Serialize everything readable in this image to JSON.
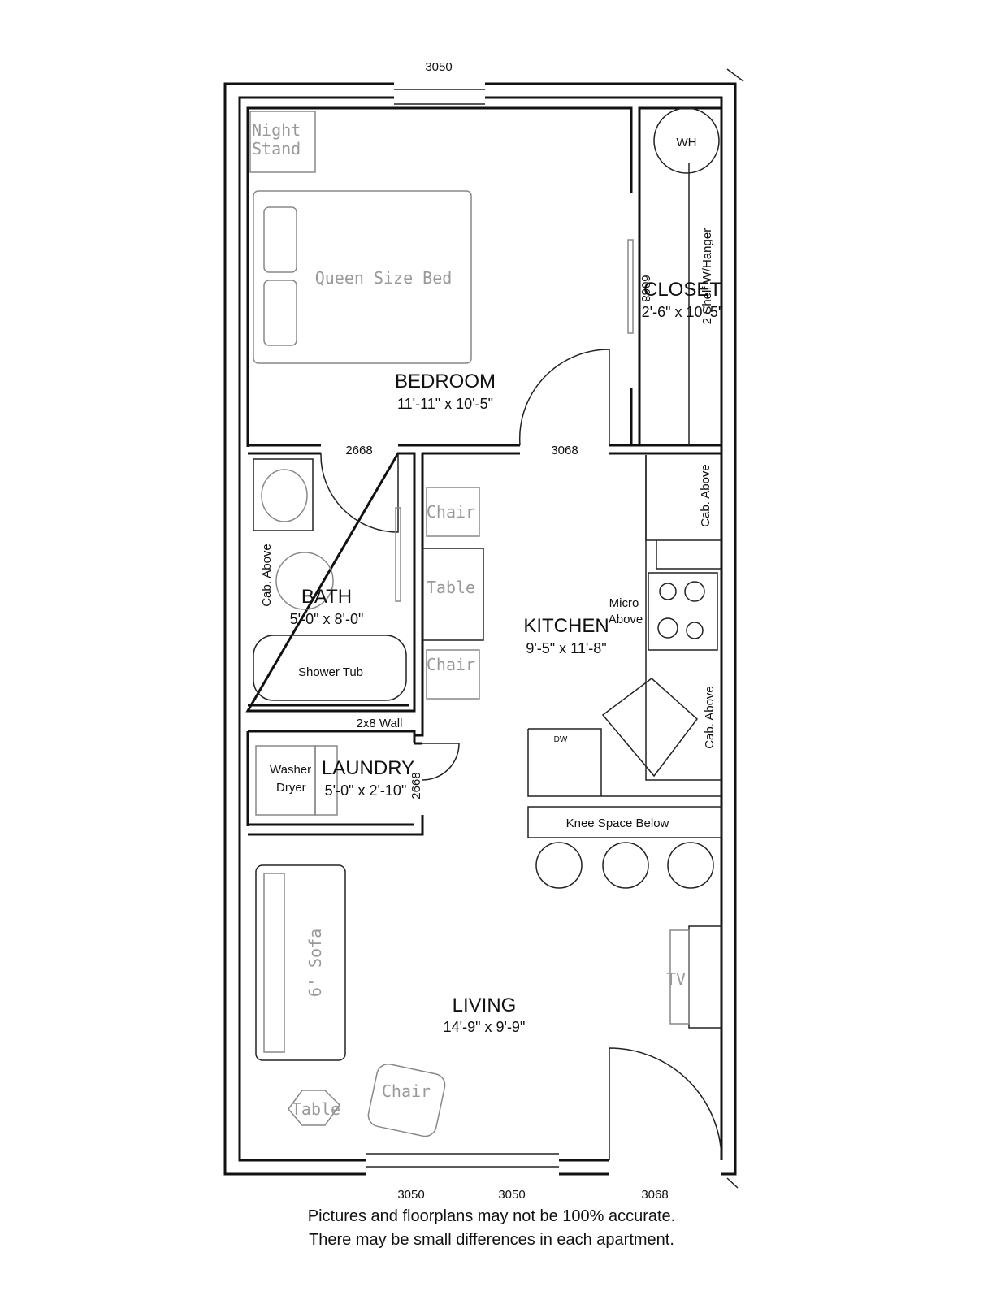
{
  "dimensions": {
    "top_window": "3050",
    "bedroom_door": "2668",
    "kitchen_door": "3068",
    "closet_door": "6068",
    "laundry_door": "2668",
    "bottom_window_1": "3050",
    "bottom_window_2": "3050",
    "entry_door": "3068"
  },
  "rooms": {
    "bedroom": {
      "name": "BEDROOM",
      "size": "11'-11\" x 10'-5\""
    },
    "closet": {
      "name": "CLOSET",
      "size": "2'-6\" x 10'-5\""
    },
    "bath": {
      "name": "BATH",
      "size": "5'-0\" x 8'-0\""
    },
    "kitchen": {
      "name": "KITCHEN",
      "size": "9'-5\" x 11'-8\""
    },
    "laundry": {
      "name": "LAUNDRY",
      "size": "5'-0\" x 2'-10\""
    },
    "living": {
      "name": "LIVING",
      "size": "14'-9\" x 9'-9\""
    }
  },
  "fixtures": {
    "night_stand_1": "Night",
    "night_stand_2": "Stand",
    "bed": "Queen Size Bed",
    "water_heater": "WH",
    "shelf": "2 Shelf W/Hanger",
    "kitchen_chair_1": "Chair",
    "kitchen_table": "Table",
    "kitchen_chair_2": "Chair",
    "cab_above_1": "Cab. Above",
    "cab_above_bath": "Cab. Above",
    "cab_above_2": "Cab. Above",
    "micro_1": "Micro",
    "micro_2": "Above",
    "shower": "Shower Tub",
    "wall_note": "2x8 Wall",
    "washer": "Washer",
    "dryer": "Dryer",
    "dishwasher": "DW",
    "knee_space": "Knee Space Below",
    "sofa": "6' Sofa",
    "tv": "TV",
    "living_chair": "Chair",
    "living_table": "Table"
  },
  "footer": {
    "line1": "Pictures and floorplans may not be 100% accurate.",
    "line2": "There may be small differences in each apartment."
  }
}
